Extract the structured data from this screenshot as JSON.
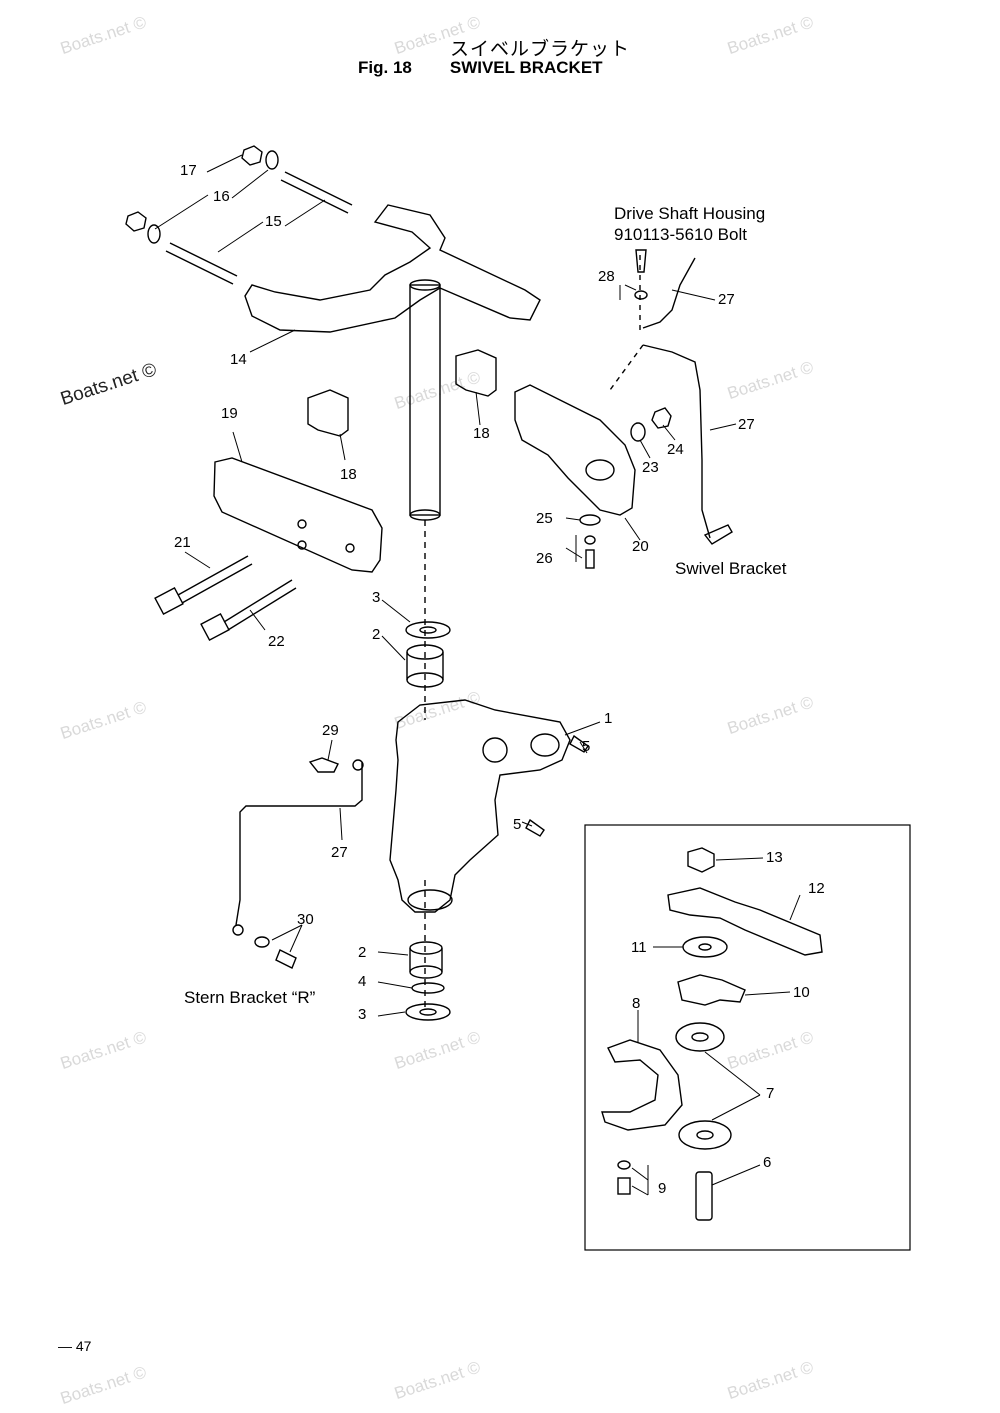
{
  "figure": {
    "title_jp": "スイベルブラケット",
    "fig_label": "Fig. 18",
    "title_en": "SWIVEL BRACKET"
  },
  "annotations": {
    "drive_shaft_housing": "Drive Shaft Housing",
    "bolt_ref": "910113-5610 Bolt",
    "swivel_bracket": "Swivel Bracket",
    "stern_bracket": "Stern Bracket “R”"
  },
  "watermark": "Boats.net ©",
  "page_number": "— 47",
  "callouts": [
    "17",
    "16",
    "15",
    "14",
    "18",
    "19",
    "18",
    "21",
    "22",
    "3",
    "2",
    "1",
    "5",
    "5",
    "29",
    "27",
    "30",
    "2",
    "4",
    "3",
    "28",
    "27",
    "27",
    "23",
    "24",
    "25",
    "26",
    "20",
    "13",
    "12",
    "11",
    "10",
    "8",
    "7",
    "6",
    "9"
  ]
}
